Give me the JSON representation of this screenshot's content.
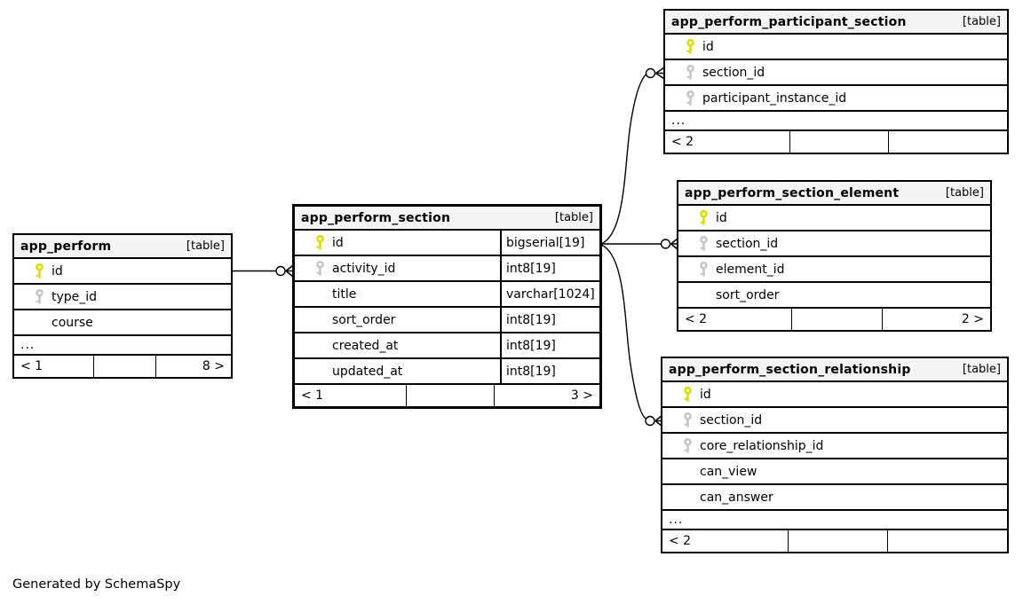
{
  "diagram": {
    "credit": "Generated by SchemaSpy"
  },
  "colors": {
    "pk_key": "#d8dd00",
    "fk_key": "#c6c6c6",
    "header_bg": "#f4f4f4",
    "border": "#000000"
  },
  "tables": [
    {
      "name": "app_perform",
      "tag": "[table]",
      "columns": [
        {
          "name": "id",
          "key": "pk"
        },
        {
          "name": "type_id",
          "key": "fk"
        },
        {
          "name": "course",
          "key": ""
        }
      ],
      "ellipsis": "...",
      "footer": [
        "< 1",
        "",
        "8 >"
      ]
    },
    {
      "name": "app_perform_section",
      "tag": "[table]",
      "columns": [
        {
          "name": "id",
          "type": "bigserial[19]",
          "key": "pk"
        },
        {
          "name": "activity_id",
          "type": "int8[19]",
          "key": "fk"
        },
        {
          "name": "title",
          "type": "varchar[1024]",
          "key": ""
        },
        {
          "name": "sort_order",
          "type": "int8[19]",
          "key": ""
        },
        {
          "name": "created_at",
          "type": "int8[19]",
          "key": ""
        },
        {
          "name": "updated_at",
          "type": "int8[19]",
          "key": ""
        }
      ],
      "footer": [
        "< 1",
        "",
        "3 >"
      ]
    },
    {
      "name": "app_perform_participant_section",
      "tag": "[table]",
      "columns": [
        {
          "name": "id",
          "key": "pk"
        },
        {
          "name": "section_id",
          "key": "fk"
        },
        {
          "name": "participant_instance_id",
          "key": "fk"
        }
      ],
      "ellipsis": "...",
      "footer": [
        "< 2",
        "",
        ""
      ]
    },
    {
      "name": "app_perform_section_element",
      "tag": "[table]",
      "columns": [
        {
          "name": "id",
          "key": "pk"
        },
        {
          "name": "section_id",
          "key": "fk"
        },
        {
          "name": "element_id",
          "key": "fk"
        },
        {
          "name": "sort_order",
          "key": ""
        }
      ],
      "footer": [
        "< 2",
        "",
        "2 >"
      ]
    },
    {
      "name": "app_perform_section_relationship",
      "tag": "[table]",
      "columns": [
        {
          "name": "id",
          "key": "pk"
        },
        {
          "name": "section_id",
          "key": "fk"
        },
        {
          "name": "core_relationship_id",
          "key": "fk"
        },
        {
          "name": "can_view",
          "key": ""
        },
        {
          "name": "can_answer",
          "key": ""
        }
      ],
      "ellipsis": "...",
      "footer": [
        "< 2",
        "",
        ""
      ]
    }
  ],
  "relationships": [
    {
      "from": "app_perform.id",
      "to": "app_perform_section.activity_id"
    },
    {
      "from": "app_perform_section.id",
      "to": "app_perform_participant_section.section_id"
    },
    {
      "from": "app_perform_section.id",
      "to": "app_perform_section_element.section_id"
    },
    {
      "from": "app_perform_section.id",
      "to": "app_perform_section_relationship.section_id"
    }
  ]
}
